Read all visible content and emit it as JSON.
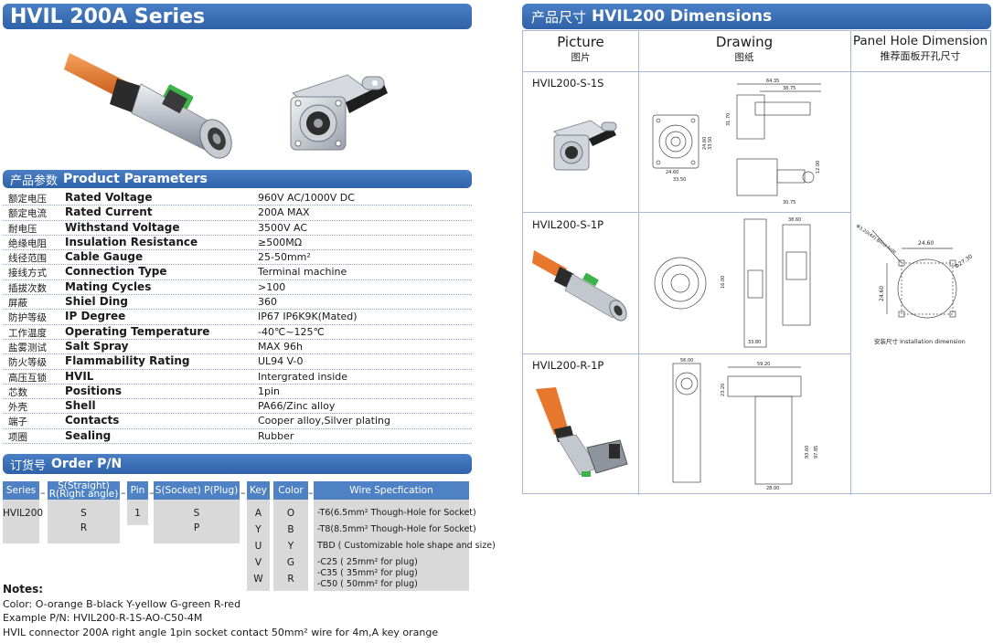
{
  "title": "HVIL 200A Series",
  "params": {
    "cn": "产品参数",
    "en": "Product Parameters",
    "rows": [
      {
        "cn": "额定电压",
        "en": "Rated Voltage",
        "val": "960V AC/1000V DC"
      },
      {
        "cn": "额定电流",
        "en": "Rated Current",
        "val": "200A MAX"
      },
      {
        "cn": "耐电压",
        "en": "Withstand Voltage",
        "val": "3500V AC"
      },
      {
        "cn": "绝缘电阻",
        "en": "Insulation Resistance",
        "val": "≥500MΩ"
      },
      {
        "cn": "线径范围",
        "en": "Cable Gauge",
        "val": "25-50mm²"
      },
      {
        "cn": "接线方式",
        "en": "Connection Type",
        "val": "Terminal machine"
      },
      {
        "cn": "插拔次数",
        "en": "Mating Cycles",
        "val": ">100"
      },
      {
        "cn": "屏蔽",
        "en": "Shiel Ding",
        "val": "360"
      },
      {
        "cn": "防护等级",
        "en": "IP Degree",
        "val": "IP67 IP6K9K(Mated)"
      },
      {
        "cn": "工作温度",
        "en": "Operating Temperature",
        "val": "-40℃~125℃"
      },
      {
        "cn": "盐雾测试",
        "en": "Salt Spray",
        "val": "MAX 96h"
      },
      {
        "cn": "防火等级",
        "en": "Flammability Rating",
        "val": "UL94 V-0"
      },
      {
        "cn": "高压互锁",
        "en": "HVIL",
        "val": "Intergrated inside"
      },
      {
        "cn": "芯数",
        "en": "Positions",
        "val": "1pin"
      },
      {
        "cn": "外壳",
        "en": "Shell",
        "val": "PA66/Zinc alloy"
      },
      {
        "cn": "端子",
        "en": "Contacts",
        "val": "Cooper alloy,Silver plating"
      },
      {
        "cn": "项圈",
        "en": "Sealing",
        "val": "Rubber"
      }
    ]
  },
  "order": {
    "cn": "订货号",
    "en": "Order P/N",
    "headers": {
      "series": "Series",
      "type_1": "S(Straight)",
      "type_2": "R(Right angle)",
      "pin": "Pin",
      "sp": "S(Socket) P(Plug)",
      "key": "Key",
      "color": "Color",
      "wire": "Wire Specfication"
    },
    "series_val": "HVIL200",
    "type_vals": [
      "S",
      "R"
    ],
    "pin_val": "1",
    "sp_vals": [
      "S",
      "P"
    ],
    "key_vals": [
      "A",
      "Y",
      "U",
      "V",
      "W"
    ],
    "color_vals": [
      "O",
      "B",
      "Y",
      "G",
      "R"
    ],
    "wire_vals": [
      "-T6(6.5mm² Though-Hole for Socket)",
      "-T8(8.5mm² Though-Hole for Socket)",
      "TBD ( Customizable hole shape and size)",
      "-C25 ( 25mm² for plug)",
      "-C35 ( 35mm² for plug)",
      "-C50 ( 50mm² for plug)"
    ]
  },
  "notes": {
    "title": "Notes:",
    "lines": [
      "Color: O-orange B-black Y-yellow G-green R-red",
      "Example P/N: HVIL200-R-1S-AO-C50-4M",
      "HVIL connector 200A right angle 1pin socket contact 50mm² wire for 4m,A key orange"
    ]
  },
  "dimensions": {
    "cn": "产品尺寸",
    "en": "HVIL200 Dimensions",
    "col_picture_en": "Picture",
    "col_picture_cn": "图片",
    "col_drawing_en": "Drawing",
    "col_drawing_cn": "图纸",
    "col_panel_en": "Panel Hole Dimension",
    "col_panel_cn": "推荐面板开孔尺寸",
    "models": [
      "HVIL200-S-1S",
      "HVIL200-S-1P",
      "HVIL200-R-1P"
    ],
    "drawing1": {
      "d1": "64.35",
      "d2": "38.75",
      "d3": "31.70",
      "d4": "24.60",
      "d5": "33.50",
      "d6": "24.60",
      "d7": "12.00",
      "d8": "30.75",
      "d9": "33.50"
    },
    "drawing2": {
      "d1": "16.00",
      "d2": "33.80",
      "d3": "38.60"
    },
    "drawing3": {
      "d1": "56.00",
      "d2": "59.20",
      "d3": "23.20",
      "d4": "93.60",
      "d5": "97.85",
      "d6": "28.00"
    },
    "panel": {
      "hole": "Φ3.20(4X) Blind hole",
      "w": "24.60",
      "h": "24.60",
      "dia": "Φ27.30",
      "caption": "安装尺寸 Installation dimension"
    }
  },
  "colors": {
    "band": "#3b6fb6",
    "header": "#4f82c4",
    "cell_bg": "#d9d9d9",
    "orange": "#e8772e",
    "green": "#3bb34a"
  }
}
